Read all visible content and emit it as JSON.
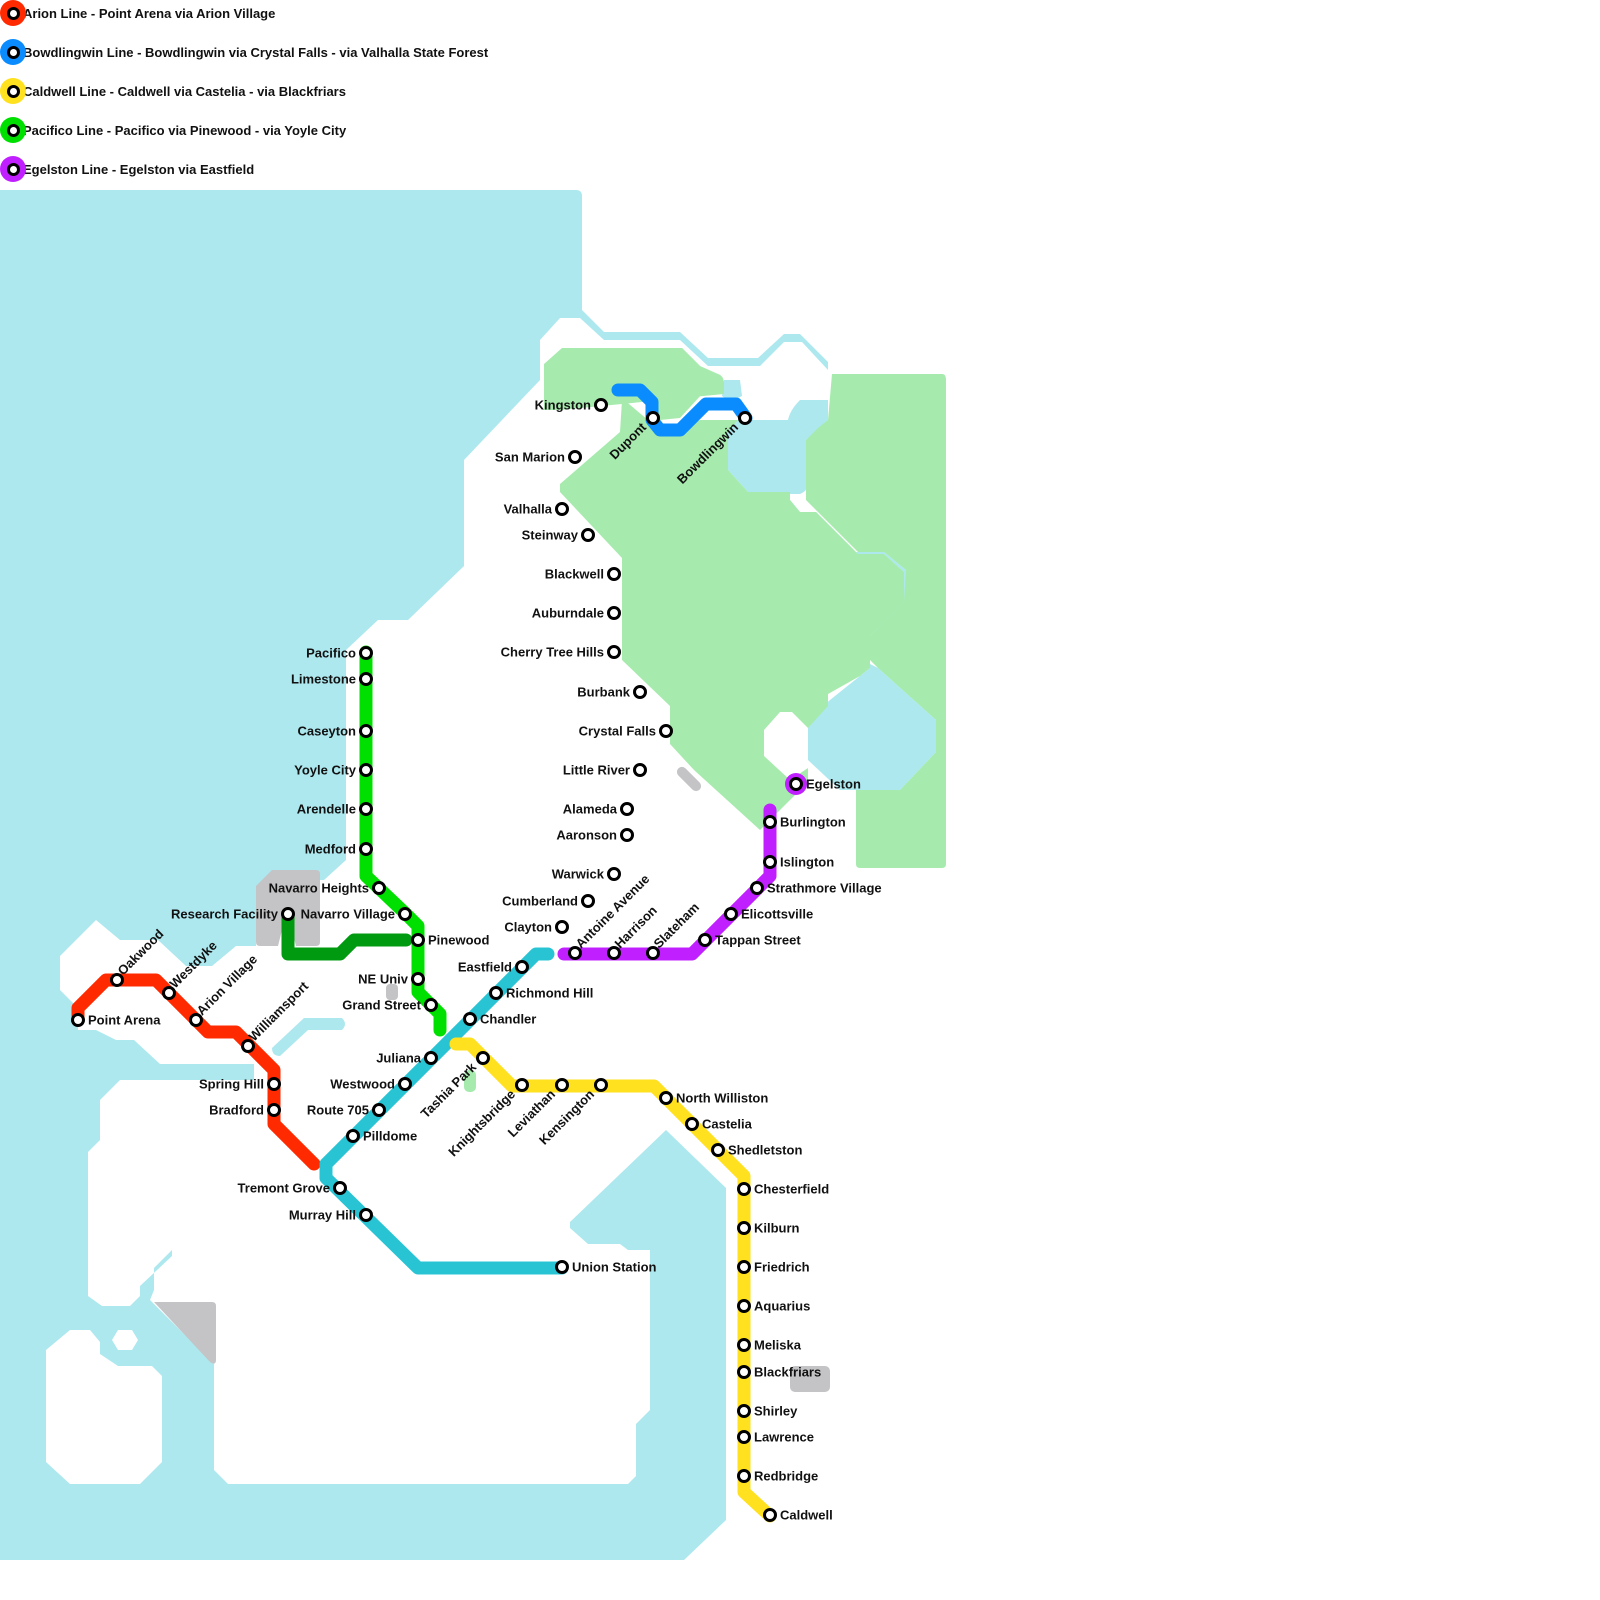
{
  "legend": [
    {
      "line": "arion",
      "label": "Arion Line - Point Arena via Arion Village",
      "color": "#ff2a00"
    },
    {
      "line": "bowdlingwin",
      "label": "Bowdlingwin Line - Bowdlingwin via Crystal Falls - via Valhalla State Forest",
      "color": "#0a8cff"
    },
    {
      "line": "caldwell",
      "label": "Caldwell Line - Caldwell via Castelia - via Blackfriars",
      "color": "#ffe11f"
    },
    {
      "line": "pacifico",
      "label": "Pacifico Line - Pacifico via Pinewood - via Yoyle City",
      "color": "#00e000"
    },
    {
      "line": "egelston",
      "label": "Egelston Line - Egelston via Eastfield",
      "color": "#c020ff"
    }
  ],
  "colors": {
    "water": "#ade8ef",
    "park": "#a6ebad",
    "facility": "#c4c4c6",
    "arion": "#ff2a00",
    "bowdlingwin": "#0a8cff",
    "caldwell": "#ffe11f",
    "pacifico": "#00e000",
    "pacifico_branch": "#009a10",
    "egelston": "#c020ff",
    "central": "#28c4d4"
  },
  "stations": {
    "arion": [
      "Point Arena",
      "Oakwood",
      "Westdyke",
      "Arion Village",
      "Williamsport",
      "Spring Hill",
      "Bradford"
    ],
    "bowdlingwin": [
      "Bowdlingwin",
      "Dupont",
      "Kingston",
      "San Marion",
      "Valhalla",
      "Steinway",
      "Blackwell",
      "Auburndale",
      "Cherry Tree Hills",
      "Burbank",
      "Crystal Falls",
      "Little River",
      "Alameda",
      "Aaronson",
      "Warwick",
      "Cumberland",
      "Clayton"
    ],
    "pacifico": [
      "Pacifico",
      "Limestone",
      "Caseyton",
      "Yoyle City",
      "Arendelle",
      "Medford",
      "Navarro Heights",
      "Navarro Village",
      "Pinewood",
      "NE Univ",
      "Grand Street"
    ],
    "pacifico_branch": [
      "Research Facility"
    ],
    "central": [
      "Eastfield",
      "Richmond Hill",
      "Chandler",
      "Juliana",
      "Westwood",
      "Route 705",
      "Pilldome",
      "Tremont Grove",
      "Murray Hill",
      "Union Station"
    ],
    "caldwell": [
      "Tashia Park",
      "Knightsbridge",
      "Leviathan",
      "Kensington",
      "North Williston",
      "Castelia",
      "Shedletston",
      "Chesterfield",
      "Kilburn",
      "Friedrich",
      "Aquarius",
      "Meliska",
      "Blackfriars",
      "Shirley",
      "Lawrence",
      "Redbridge",
      "Caldwell"
    ],
    "egelston": [
      "Egelston",
      "Burlington",
      "Islington",
      "Strathmore Village",
      "Elicottsville",
      "Tappan Street",
      "Slateham",
      "Harrison",
      "Antoine Avenue"
    ]
  }
}
